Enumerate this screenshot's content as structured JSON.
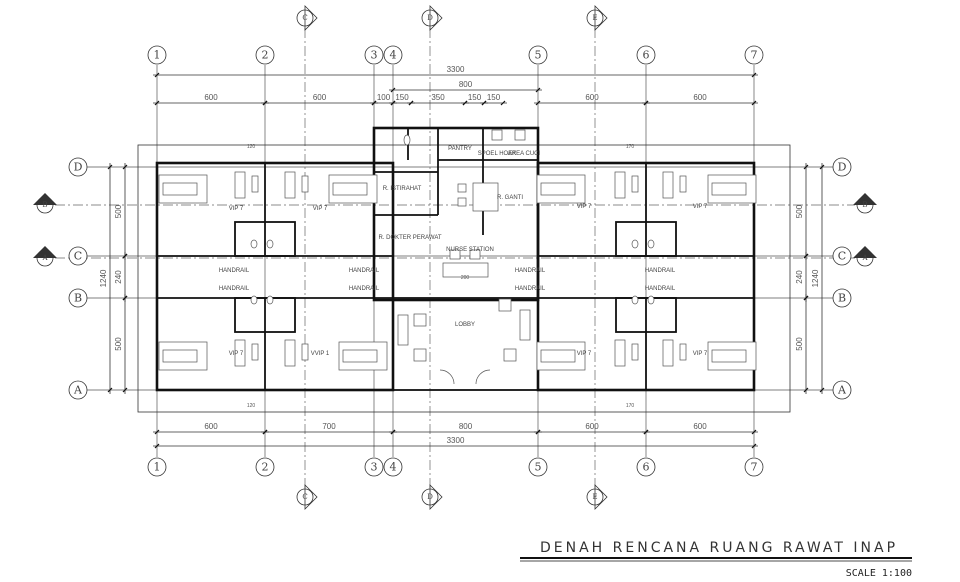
{
  "title": "DENAH RENCANA RUANG RAWAT INAP",
  "scale": "SCALE 1:100",
  "grid_columns": [
    "1",
    "2",
    "3",
    "4",
    "5",
    "6",
    "7"
  ],
  "grid_rows": [
    "D",
    "C",
    "B",
    "A"
  ],
  "section_markers": {
    "vertical": [
      "C",
      "D",
      "E"
    ],
    "horizontal": [
      "B",
      "A"
    ]
  },
  "dimensions": {
    "top_total": "3300",
    "top_center": "800",
    "top_row": [
      "600",
      "600",
      "100",
      "150",
      "350",
      "150",
      "150",
      "600",
      "600"
    ],
    "bottom_row": [
      "600",
      "700",
      "800",
      "600",
      "600"
    ],
    "bottom_total": "3300",
    "side_rows": [
      "500",
      "240",
      "500"
    ],
    "side_total": "1240",
    "room_sub": "120",
    "room_sub_right": "170",
    "corridor": "200"
  },
  "rooms": {
    "vip": "VIP 7",
    "vvip": "VVIP 1",
    "lobby": "LOBBY",
    "pantry": "PANTRY",
    "spoel_hoek": "SPOEL HOEK",
    "area_cuci": "AREA CUCI",
    "istirahat": "R. ISTIRAHAT",
    "ganti": "R. GANTI",
    "perawat": "R. DOKTER PERAWAT",
    "nurse_station": "NURSE STATION",
    "handrail": "HANDRAIL"
  }
}
